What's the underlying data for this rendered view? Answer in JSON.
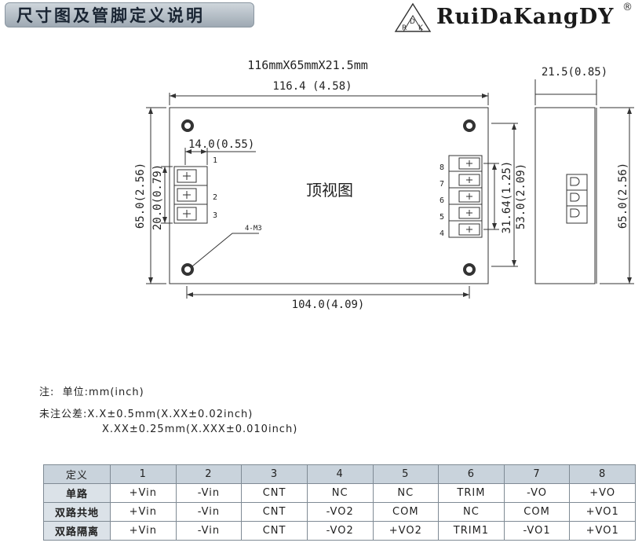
{
  "header": {
    "title": "尺寸图及管脚定义说明",
    "brand": "RuiDaKangDY",
    "brand_reg": "®",
    "logo_letters": [
      "R",
      "D",
      "K"
    ]
  },
  "drawing": {
    "overall_size": "116mmX65mmX21.5mm",
    "top_width": "116.4 (4.58)",
    "side_thickness": "21.5(0.85)",
    "left_height": "65.0(2.56)",
    "right_height": "65.0(2.56)",
    "input_width": "14.0(0.55)",
    "input_height": "20.0(0.79)",
    "mount_spacing": "104.0(4.09)",
    "output_pitch": "31.64(1.25)",
    "output_span": "53.0(2.09)",
    "view_label": "顶视图",
    "hole_label": "4-M3",
    "input_pins": [
      "1",
      "2",
      "3"
    ],
    "output_pins": [
      "8",
      "7",
      "6",
      "5",
      "4"
    ]
  },
  "notes": {
    "unit_line": "注:  单位:mm(inch)",
    "tolerance_line1": "未注公差:X.X±0.5mm(X.XX±0.02inch)",
    "tolerance_line2": "X.XX±0.25mm(X.XXX±0.010inch)"
  },
  "pin_table": {
    "header": [
      "定义",
      "1",
      "2",
      "3",
      "4",
      "5",
      "6",
      "7",
      "8"
    ],
    "rows": [
      [
        "单路",
        "+Vin",
        "-Vin",
        "CNT",
        "NC",
        "NC",
        "TRIM",
        "-VO",
        "+VO"
      ],
      [
        "双路共地",
        "+Vin",
        "-Vin",
        "CNT",
        "-VO2",
        "COM",
        "NC",
        "COM",
        "+VO1"
      ],
      [
        "双路隔离",
        "+Vin",
        "-Vin",
        "CNT",
        "-VO2",
        "+VO2",
        "TRIM1",
        "-VO1",
        "+VO1"
      ]
    ]
  }
}
